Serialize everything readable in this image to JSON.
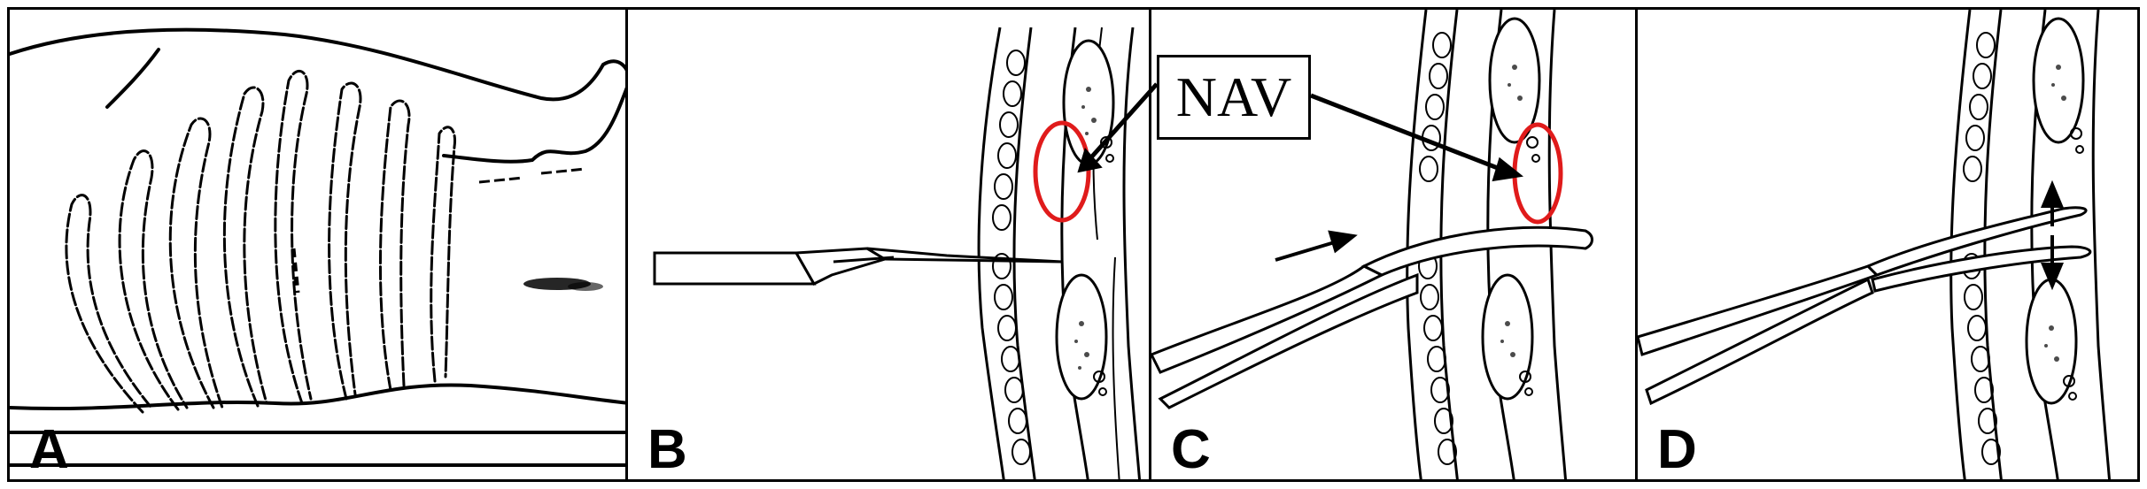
{
  "panels": [
    {
      "id": "A",
      "label": "A"
    },
    {
      "id": "B",
      "label": "B"
    },
    {
      "id": "C",
      "label": "C"
    },
    {
      "id": "D",
      "label": "D"
    }
  ],
  "callout": {
    "text": "NAV"
  },
  "colors": {
    "stroke": "#000000",
    "highlight": "#e01b1b",
    "background": "#ffffff"
  }
}
